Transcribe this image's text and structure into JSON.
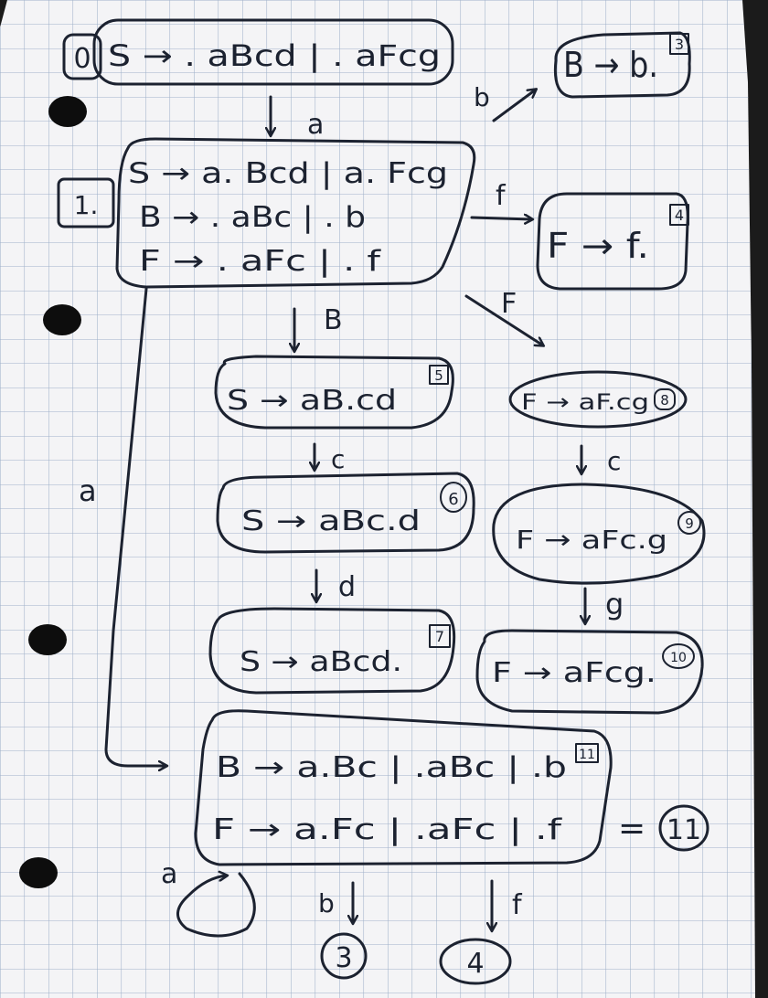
{
  "page": {
    "paper_color": "#f4f4f6",
    "grid_color": "#9fb1c9",
    "ink_color": "#1c2230",
    "hole_color": "#0d0d0d",
    "background_color": "#1b1b1b"
  },
  "states": {
    "s0": {
      "number": "0",
      "lines": [
        "S → . aBcd | . aFcg"
      ]
    },
    "s1": {
      "number": "1.",
      "lines": [
        "S → a. Bcd | a. Fcg",
        "B → . aBc | . b",
        "F → . aFc | . f"
      ]
    },
    "s3": {
      "number": "3",
      "lines": [
        "B → b."
      ]
    },
    "s4": {
      "number": "4",
      "lines": [
        "F → f."
      ]
    },
    "s5": {
      "number": "5",
      "lines": [
        "S → aB.cd"
      ]
    },
    "s6": {
      "number": "6",
      "lines": [
        "S → aBc.d"
      ]
    },
    "s7": {
      "number": "7",
      "lines": [
        "S → aBcd."
      ]
    },
    "s8": {
      "number": "8",
      "lines": [
        "F → aF.cg"
      ]
    },
    "s9": {
      "number": "9",
      "lines": [
        "F → aFc.g"
      ]
    },
    "s10": {
      "number": "10",
      "lines": [
        "F → aFcg."
      ]
    },
    "s11": {
      "number": "11",
      "lines": [
        "B → a.Bc | .aBc | .b",
        "F → a.Fc | .aFc | .f"
      ]
    }
  },
  "transitions": {
    "t0_1": "a",
    "t0_3": "b",
    "t1_4": "f",
    "t1_8": "F",
    "t1_5": "B",
    "t1_11": "a",
    "t5_6": "c",
    "t6_7": "d",
    "t8_9": "c",
    "t9_10": "g",
    "t11_11": "a",
    "t11_3": "b",
    "t11_4": "f"
  },
  "equivalence": {
    "sign": "=",
    "target": "11"
  },
  "refs": {
    "r3": "3",
    "r4": "4"
  }
}
